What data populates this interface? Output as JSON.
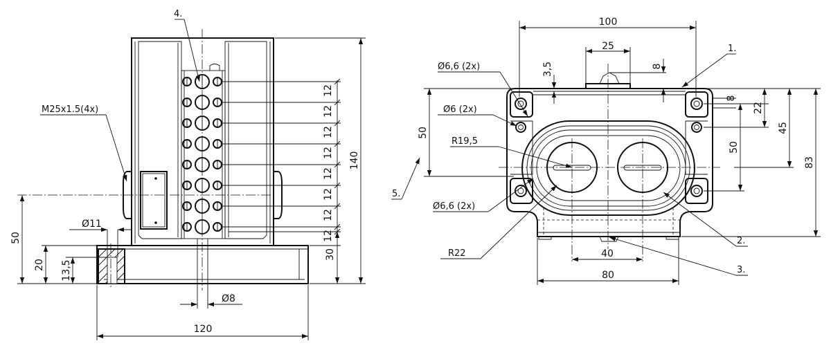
{
  "left_view": {
    "dims": {
      "d120": "120",
      "d140": "140",
      "d50": "50",
      "d20": "20",
      "d13_5": "13,5",
      "d30": "30",
      "dia11": "Ø11",
      "dia8": "Ø8",
      "thread": "M25x1.5(4x)",
      "pitch": [
        "12",
        "12",
        "12",
        "12",
        "12",
        "12",
        "12",
        "12"
      ]
    },
    "callout4": "4."
  },
  "right_view": {
    "dims": {
      "d100": "100",
      "d25": "25",
      "d3_5": "3,5",
      "d8_top": "8",
      "d8_side": "8",
      "d22": "22",
      "d45": "45",
      "d83": "83",
      "d50_left": "50",
      "d50_right": "50",
      "d40": "40",
      "d80": "80",
      "hole_top": "Ø6,6 (2x)",
      "hole_mid": "Ø6 (2x)",
      "hole_bot": "Ø6,6 (2x)",
      "r19_5": "R19,5",
      "r22": "R22"
    },
    "callouts": {
      "c1": "1.",
      "c2": "2.",
      "c3": "3.",
      "c5": "5."
    }
  }
}
